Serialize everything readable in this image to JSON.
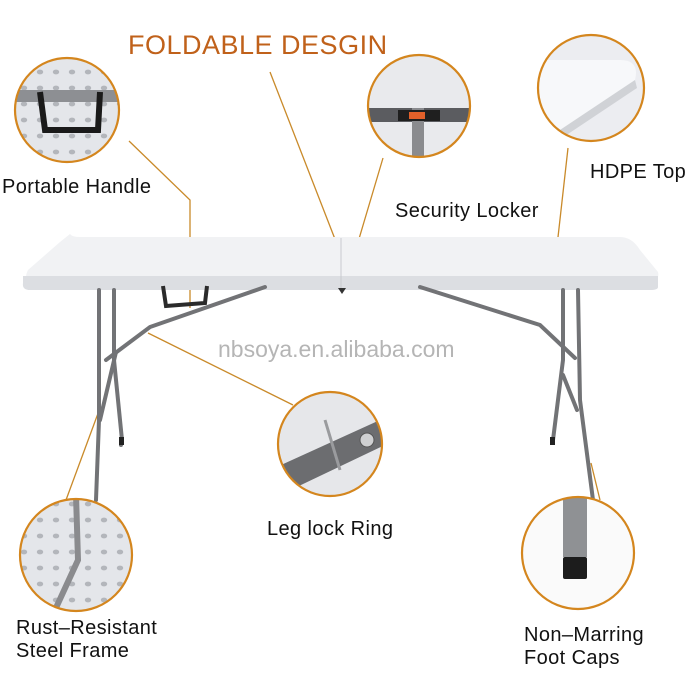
{
  "title": "FOLDABLE DESGIN",
  "watermark": "nbsoya.en.alibaba.com",
  "colors": {
    "accent_orange": "#c0611a",
    "callout_ring": "#d4861e",
    "steel_frame": "#6e6f72",
    "table_top": "#f1f2f4",
    "label_text": "#111111"
  },
  "callouts": [
    {
      "id": "portable-handle",
      "label": "Portable Handle",
      "icon": "handle-closeup"
    },
    {
      "id": "security-locker",
      "label": "Security Locker",
      "icon": "lock-closeup"
    },
    {
      "id": "hdpe-top",
      "label": "HDPE Top",
      "icon": "tabletop-corner-closeup"
    },
    {
      "id": "leg-lock-ring",
      "label": "Leg lock Ring",
      "icon": "lock-ring-closeup"
    },
    {
      "id": "steel-frame",
      "label_line1": "Rust–Resistant",
      "label_line2": "Steel Frame",
      "icon": "steel-frame-closeup"
    },
    {
      "id": "foot-caps",
      "label_line1": "Non–Marring",
      "label_line2": "Foot Caps",
      "icon": "foot-cap-closeup"
    }
  ]
}
